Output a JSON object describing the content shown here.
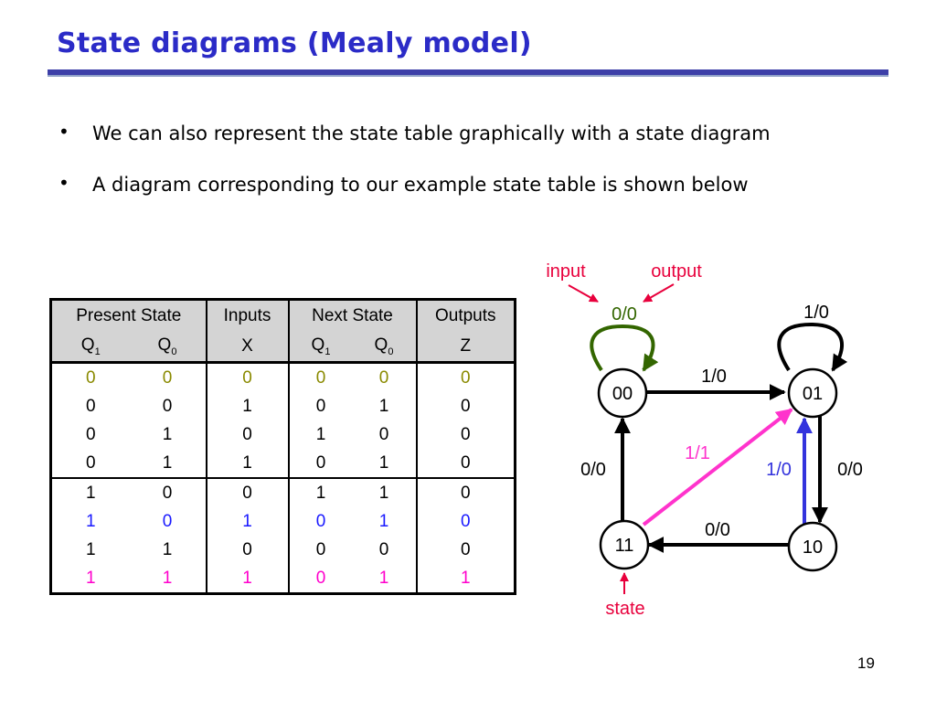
{
  "title": "State diagrams (Mealy model)",
  "bullets": [
    "We can also represent the state table graphically with a state diagram",
    "A diagram corresponding to our example state table is shown below"
  ],
  "table": {
    "header_row1": [
      "Present State",
      "Inputs",
      "Next State",
      "Outputs"
    ],
    "header_row2": [
      "Q1",
      "Q0",
      "X",
      "Q1",
      "Q0",
      "Z"
    ],
    "rows": [
      [
        "0",
        "0",
        "0",
        "0",
        "0",
        "0"
      ],
      [
        "0",
        "0",
        "1",
        "0",
        "1",
        "0"
      ],
      [
        "0",
        "1",
        "0",
        "1",
        "0",
        "0"
      ],
      [
        "0",
        "1",
        "1",
        "0",
        "1",
        "0"
      ],
      [
        "1",
        "0",
        "0",
        "1",
        "1",
        "0"
      ],
      [
        "1",
        "0",
        "1",
        "0",
        "1",
        "0"
      ],
      [
        "1",
        "1",
        "0",
        "0",
        "0",
        "0"
      ],
      [
        "1",
        "1",
        "1",
        "0",
        "1",
        "1"
      ]
    ],
    "row_colors": [
      "#8a8a00",
      "#000000",
      "#000000",
      "#000000",
      "#000000",
      "#1a1aff",
      "#000000",
      "#ff00cc"
    ]
  },
  "diagram": {
    "states": [
      "00",
      "01",
      "11",
      "10"
    ],
    "transitions": {
      "s00_self": "0/0",
      "s01_self": "1/0",
      "s00_to_s01": "1/0",
      "s11_to_s00": "0/0",
      "s11_to_s01": "1/1",
      "s10_to_s01": "1/0",
      "s01_to_s10": "0/0",
      "s10_to_s11": "0/0"
    },
    "annotations": {
      "input": "input",
      "output": "output",
      "state": "state"
    },
    "colors": {
      "self_loop_00": "#336600",
      "to_state": "#e8003c",
      "magenta": "#ff33cc",
      "blue": "#3333dd",
      "annotation": "#e8003c"
    }
  },
  "page_number": "19"
}
